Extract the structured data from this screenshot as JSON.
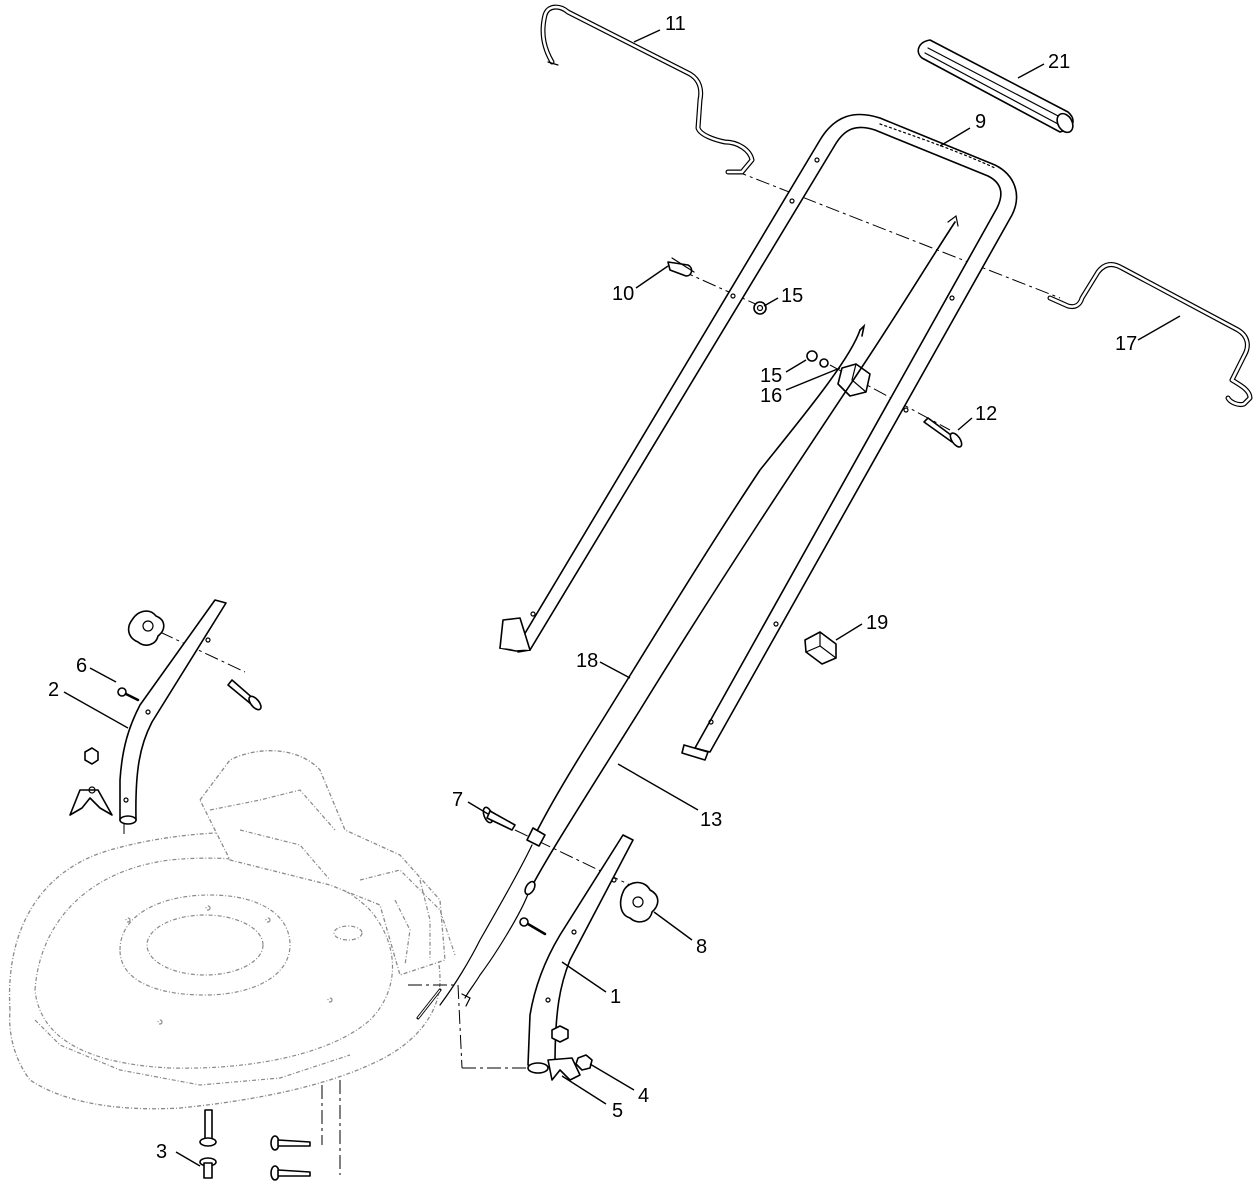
{
  "diagram": {
    "callouts": {
      "c1": "1",
      "c2": "2",
      "c3": "3",
      "c4": "4",
      "c5": "5",
      "c6": "6",
      "c7": "7",
      "c8": "8",
      "c9": "9",
      "c10": "10",
      "c11": "11",
      "c12": "12",
      "c13": "13",
      "c15a": "15",
      "c15b": "15",
      "c16": "16",
      "c17": "17",
      "c18": "18",
      "c19": "19",
      "c21": "21"
    }
  }
}
